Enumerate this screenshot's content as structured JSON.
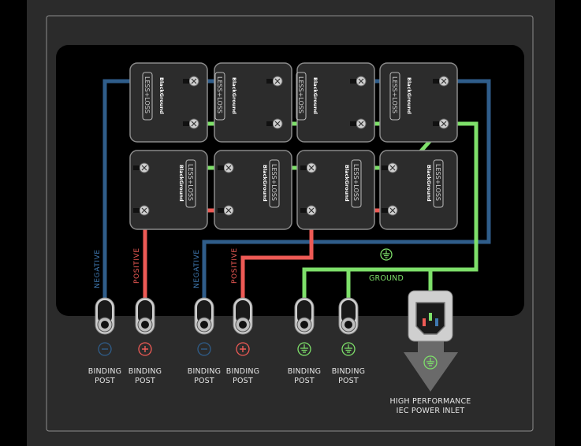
{
  "colors": {
    "background": "#000000",
    "frame": "#2b2b2b",
    "inner": "#000000",
    "negative": "#2f5d8a",
    "positive": "#ee5a55",
    "ground": "#7ee06a",
    "module": "#2c2c2c",
    "module_border": "#8a8a8a"
  },
  "module_labels": {
    "brand": "BlackGround",
    "product": "LESS+LOSS"
  },
  "wire_labels": {
    "negative_1": "NEGATIVE",
    "positive_1": "POSITIVE",
    "negative_2": "NEGATIVE",
    "positive_2": "POSITIVE",
    "ground": "GROUND"
  },
  "connectors": [
    {
      "line1": "BINDING",
      "line2": "POST",
      "symbol": "minus-icon",
      "color": "negative"
    },
    {
      "line1": "BINDING",
      "line2": "POST",
      "symbol": "plus-icon",
      "color": "positive"
    },
    {
      "line1": "BINDING",
      "line2": "POST",
      "symbol": "minus-icon",
      "color": "negative"
    },
    {
      "line1": "BINDING",
      "line2": "POST",
      "symbol": "plus-icon",
      "color": "positive"
    },
    {
      "line1": "BINDING",
      "line2": "POST",
      "symbol": "ground-icon",
      "color": "ground"
    },
    {
      "line1": "BINDING",
      "line2": "POST",
      "symbol": "ground-icon",
      "color": "ground"
    }
  ],
  "iec": {
    "line1": "HIGH PERFORMANCE",
    "line2": "IEC POWER INLET"
  }
}
